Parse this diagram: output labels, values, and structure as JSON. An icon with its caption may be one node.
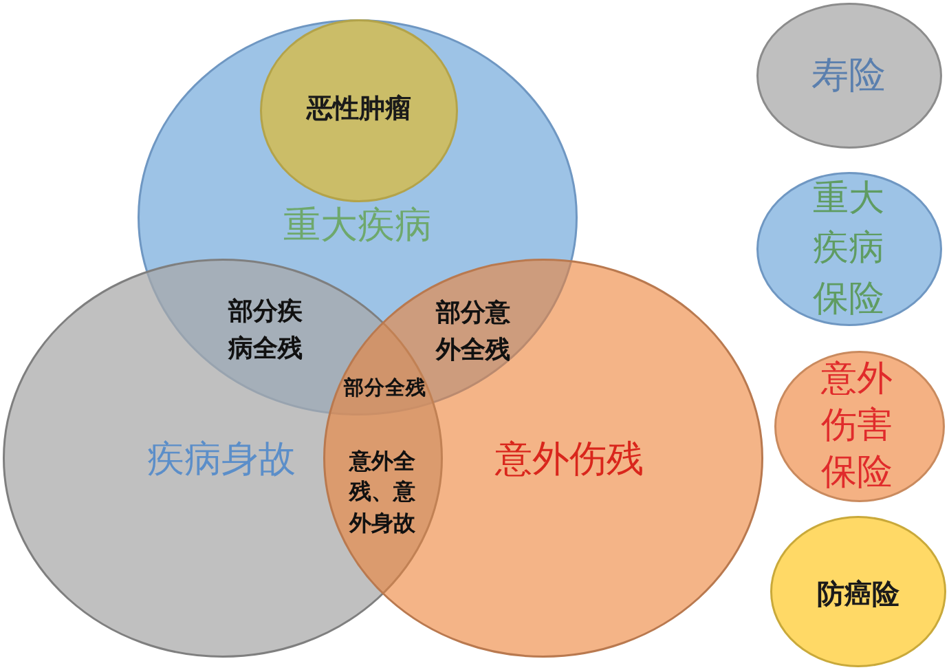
{
  "diagram": {
    "nodes": [
      {
        "text": [
          "重大疾病"
        ]
      },
      {
        "text": [
          "恶性肿瘤"
        ],
        "in": 0
      },
      {
        "text": [
          "疾病身故"
        ]
      },
      {
        "text": [
          "意外伤残"
        ]
      },
      {
        "text": [
          "寿险"
        ]
      },
      {
        "text": [
          "重大疾病保险"
        ]
      },
      {
        "text": [
          "意外伤害保险"
        ]
      },
      {
        "text": [
          "防癌险"
        ]
      }
    ],
    "labels": [
      "部分疾病全残",
      "部分意外全残",
      "部分全残",
      "意外全残、意外身故"
    ]
  }
}
